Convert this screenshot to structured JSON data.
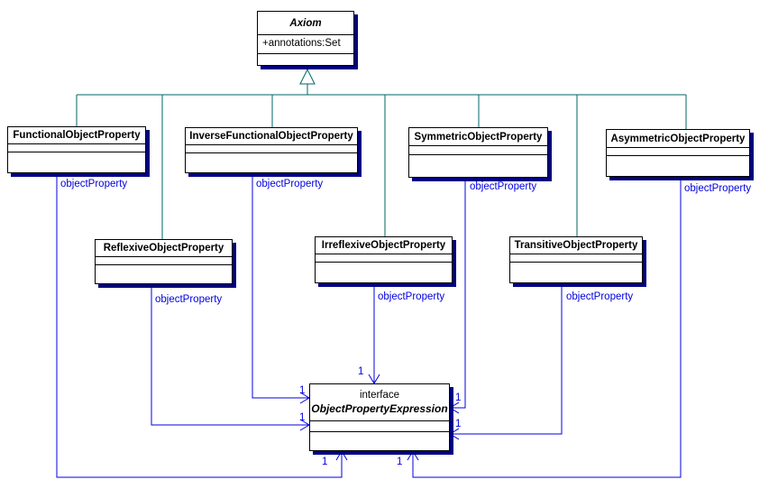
{
  "diagram": {
    "type": "uml-class-diagram",
    "colors": {
      "background": "#ffffff",
      "box_border": "#000000",
      "box_fill": "#ffffff",
      "box_shadow": "#000080",
      "inheritance_line": "#006666",
      "association_line": "#0000e0",
      "text": "#000000"
    },
    "classes": [
      {
        "id": "axiom",
        "name": "Axiom",
        "abstract": true,
        "attributes": [
          "+annotations:Set"
        ]
      },
      {
        "id": "functional",
        "name": "FunctionalObjectProperty",
        "abstract": false,
        "attributes": []
      },
      {
        "id": "inverse_functional",
        "name": "InverseFunctionalObjectProperty",
        "abstract": false,
        "attributes": []
      },
      {
        "id": "symmetric",
        "name": "SymmetricObjectProperty",
        "abstract": false,
        "attributes": []
      },
      {
        "id": "asymmetric",
        "name": "AsymmetricObjectProperty",
        "abstract": false,
        "attributes": []
      },
      {
        "id": "reflexive",
        "name": "ReflexiveObjectProperty",
        "abstract": false,
        "attributes": []
      },
      {
        "id": "irreflexive",
        "name": "IrreflexiveObjectProperty",
        "abstract": false,
        "attributes": []
      },
      {
        "id": "transitive",
        "name": "TransitiveObjectProperty",
        "abstract": false,
        "attributes": []
      },
      {
        "id": "ope",
        "stereotype": "interface",
        "name": "ObjectPropertyExpression",
        "abstract": true,
        "attributes": []
      }
    ],
    "inheritance": [
      {
        "from": "FunctionalObjectProperty",
        "to": "Axiom"
      },
      {
        "from": "InverseFunctionalObjectProperty",
        "to": "Axiom"
      },
      {
        "from": "SymmetricObjectProperty",
        "to": "Axiom"
      },
      {
        "from": "AsymmetricObjectProperty",
        "to": "Axiom"
      },
      {
        "from": "ReflexiveObjectProperty",
        "to": "Axiom"
      },
      {
        "from": "IrreflexiveObjectProperty",
        "to": "Axiom"
      },
      {
        "from": "TransitiveObjectProperty",
        "to": "Axiom"
      }
    ],
    "associations": [
      {
        "from": "FunctionalObjectProperty",
        "to": "ObjectPropertyExpression",
        "label": "objectProperty",
        "multiplicity": "1"
      },
      {
        "from": "InverseFunctionalObjectProperty",
        "to": "ObjectPropertyExpression",
        "label": "objectProperty",
        "multiplicity": "1"
      },
      {
        "from": "ReflexiveObjectProperty",
        "to": "ObjectPropertyExpression",
        "label": "objectProperty",
        "multiplicity": "1"
      },
      {
        "from": "IrreflexiveObjectProperty",
        "to": "ObjectPropertyExpression",
        "label": "objectProperty",
        "multiplicity": "1"
      },
      {
        "from": "SymmetricObjectProperty",
        "to": "ObjectPropertyExpression",
        "label": "objectProperty",
        "multiplicity": "1"
      },
      {
        "from": "TransitiveObjectProperty",
        "to": "ObjectPropertyExpression",
        "label": "objectProperty",
        "multiplicity": "1"
      },
      {
        "from": "AsymmetricObjectProperty",
        "to": "ObjectPropertyExpression",
        "label": "objectProperty",
        "multiplicity": "1"
      }
    ]
  }
}
